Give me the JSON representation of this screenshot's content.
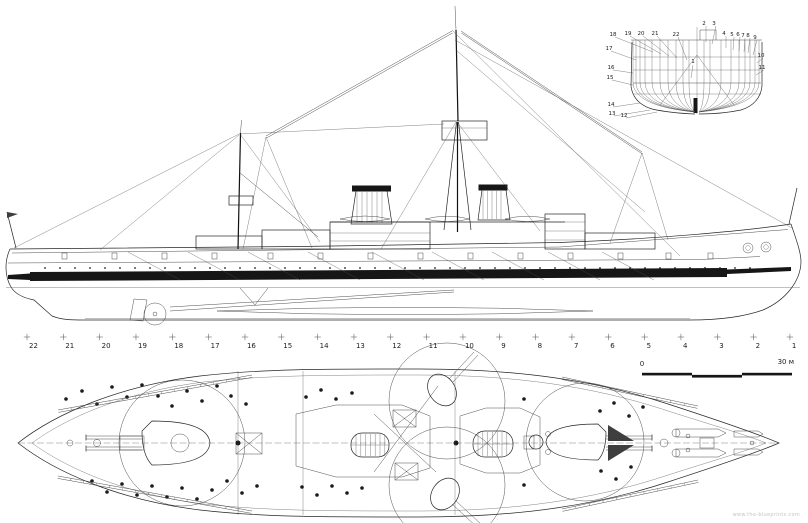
{
  "colors": {
    "ink": "#1b1b1b",
    "paper": "#ffffff",
    "watermark": "#c5c5c5"
  },
  "stations": {
    "marks": [
      "22",
      "21",
      "20",
      "19",
      "18",
      "17",
      "16",
      "15",
      "14",
      "13",
      "12",
      "11",
      "10",
      "9",
      "8",
      "7",
      "6",
      "5",
      "4",
      "3",
      "2",
      "1"
    ]
  },
  "body_plan": {
    "top_left_labels": [
      "18",
      "19",
      "20",
      "21",
      "22"
    ],
    "left_labels": [
      "17",
      "16",
      "15",
      "14",
      "13",
      "12"
    ],
    "top_right_labels": [
      "2",
      "3"
    ],
    "upper_right_labels": [
      "4",
      "5",
      "6",
      "7",
      "8",
      "9"
    ],
    "right_labels": [
      "10",
      "11"
    ],
    "center_label": "1"
  },
  "scale_bar": {
    "zero_label": "0",
    "end_label": "30 м"
  },
  "watermark": {
    "text": "www.the-blueprints.com"
  }
}
